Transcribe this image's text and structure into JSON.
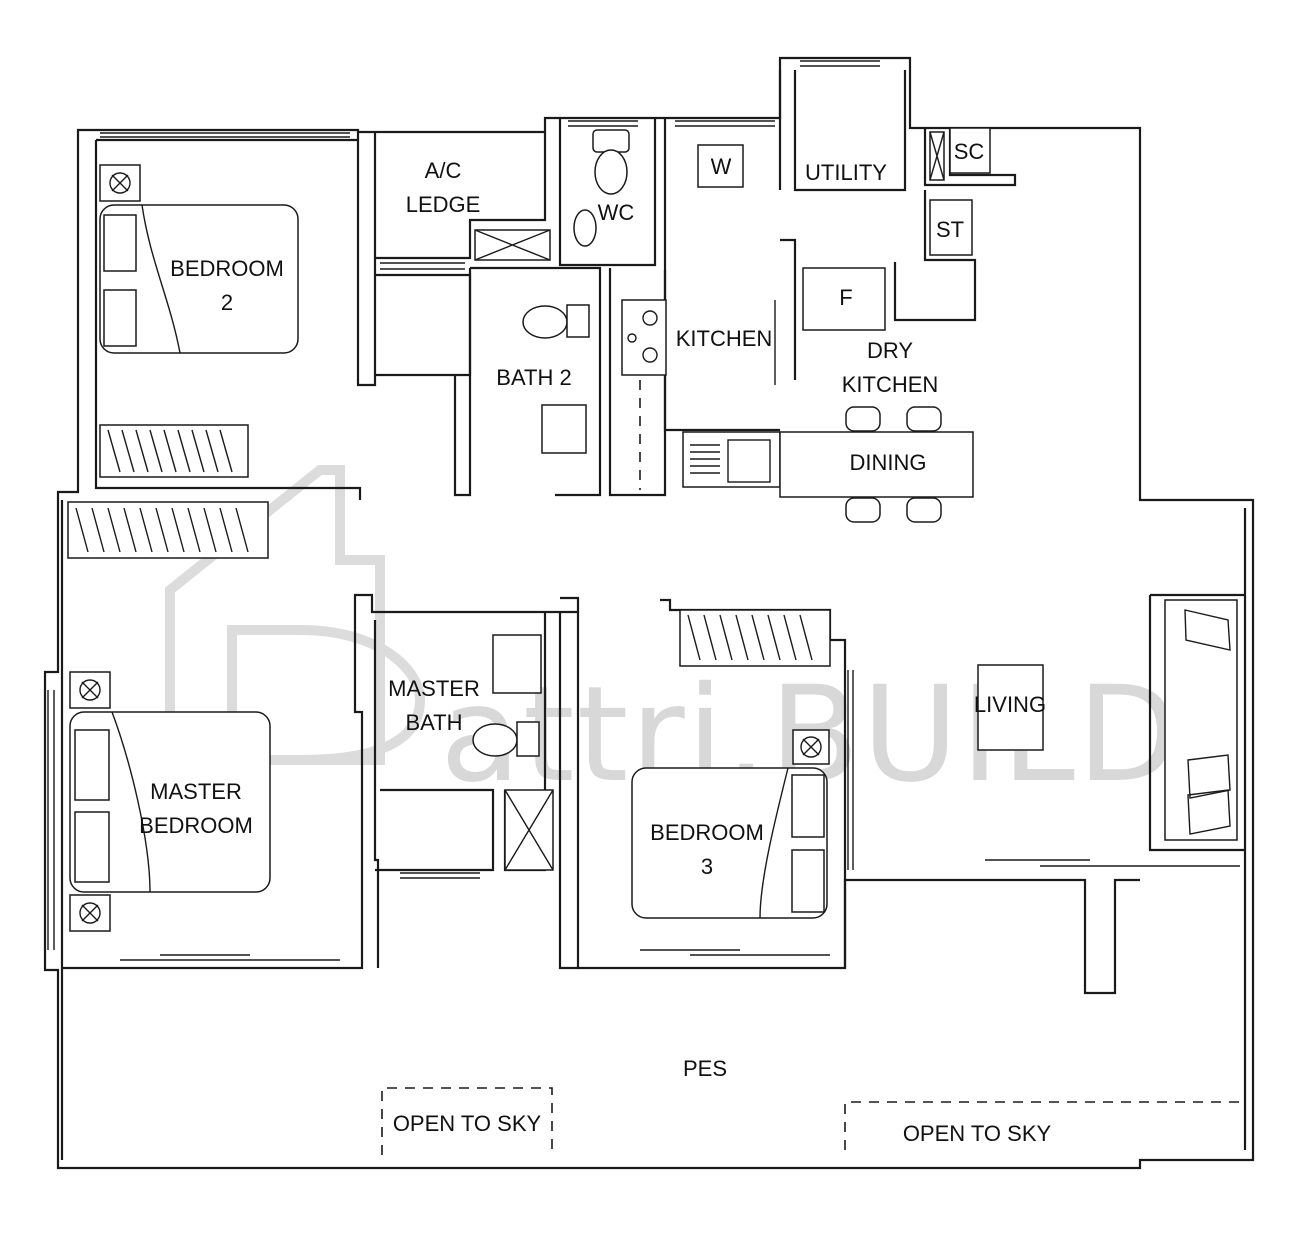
{
  "rooms": {
    "ac_ledge": [
      "A/C",
      "LEDGE"
    ],
    "bedroom_2": [
      "BEDROOM",
      "2"
    ],
    "wc": "WC",
    "utility": "UTILITY",
    "sc": "SC",
    "st": "ST",
    "washer": "W",
    "fridge": "F",
    "kitchen": "KITCHEN",
    "dry_kitchen": [
      "DRY",
      "KITCHEN"
    ],
    "bath_2": "BATH 2",
    "dining": "DINING",
    "master_bath": [
      "MASTER",
      "BATH"
    ],
    "master_bedroom": [
      "MASTER",
      "BEDROOM"
    ],
    "bedroom_3": [
      "BEDROOM",
      "3"
    ],
    "living": "LIVING",
    "pes": "PES",
    "open_to_sky_left": "OPEN TO SKY",
    "open_to_sky_right": "OPEN TO SKY"
  },
  "watermark": {
    "text": "attri.BUILD",
    "color": "#d8d8d8"
  },
  "colors": {
    "line": "#1a1a1a",
    "background": "#ffffff"
  }
}
